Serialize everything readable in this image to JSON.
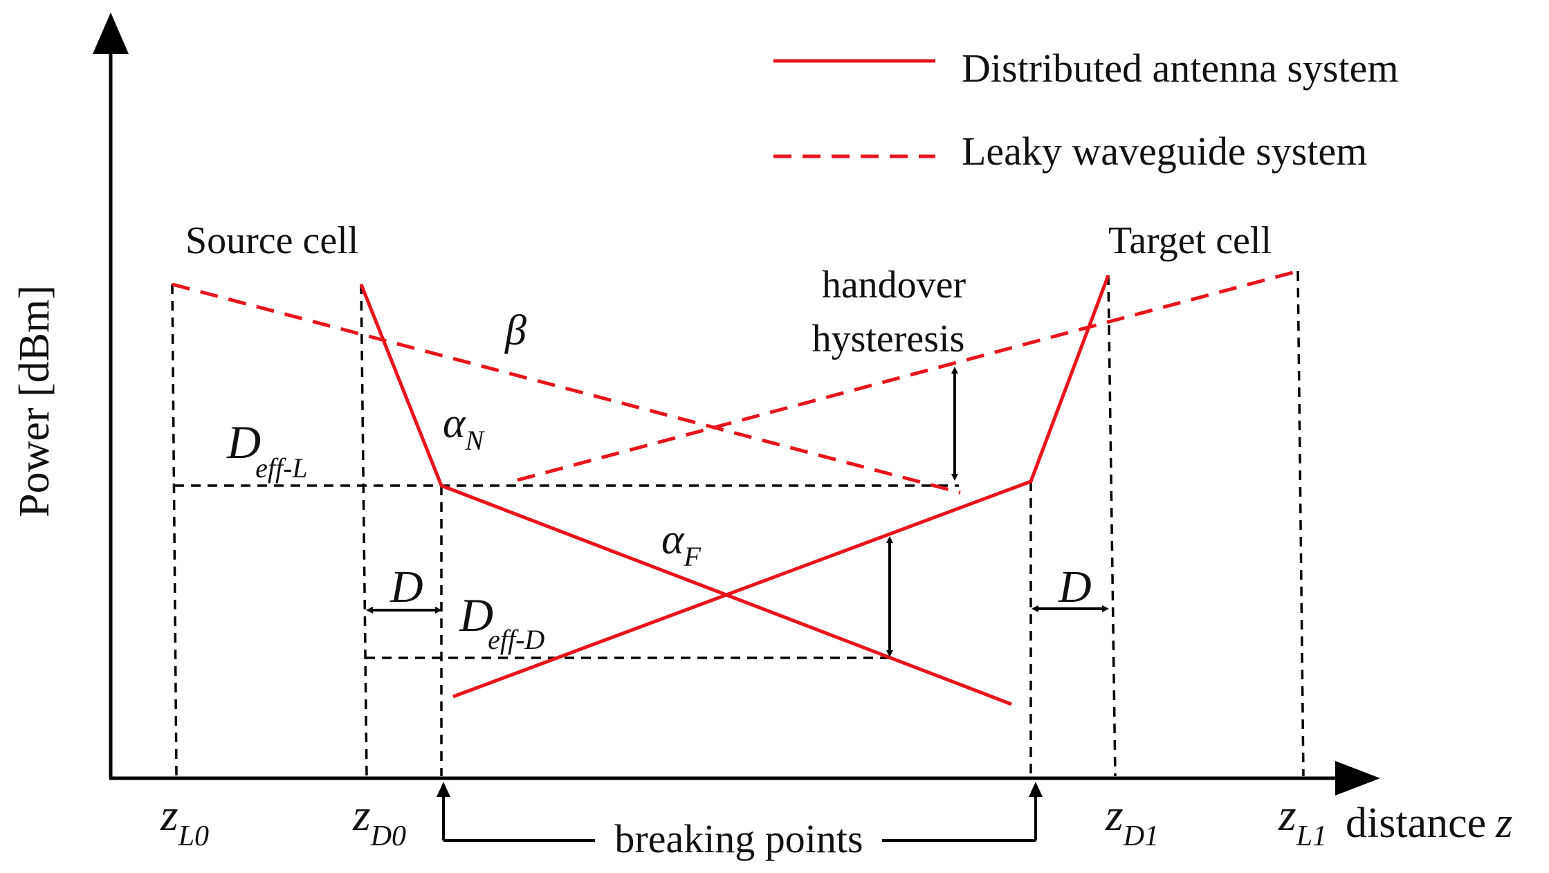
{
  "axes": {
    "y_label": "Power [dBm]",
    "x_label": "distance",
    "x_symbol": "z"
  },
  "legend": {
    "solid": "Distributed antenna system",
    "dashed": "Leaky waveguide system"
  },
  "cells": {
    "source": "Source cell",
    "target": "Target cell"
  },
  "handover": {
    "line1": "handover",
    "line2": "hysteresis"
  },
  "breaking_points": "breaking points",
  "symbols": {
    "beta": "β",
    "alpha_n": "α",
    "alpha_n_sub": "N",
    "alpha_f": "α",
    "alpha_f_sub": "F",
    "d": "D",
    "d_eff_l": "D",
    "d_eff_l_sub": "eff-L",
    "d_eff_d": "D",
    "d_eff_d_sub": "eff-D"
  },
  "x_ticks": [
    {
      "main": "z",
      "sub": "L0"
    },
    {
      "main": "z",
      "sub": "D0"
    },
    {
      "main": "z",
      "sub": "D1"
    },
    {
      "main": "z",
      "sub": "L1"
    }
  ],
  "colors": {
    "red": "#e8141c",
    "black": "#000000"
  }
}
